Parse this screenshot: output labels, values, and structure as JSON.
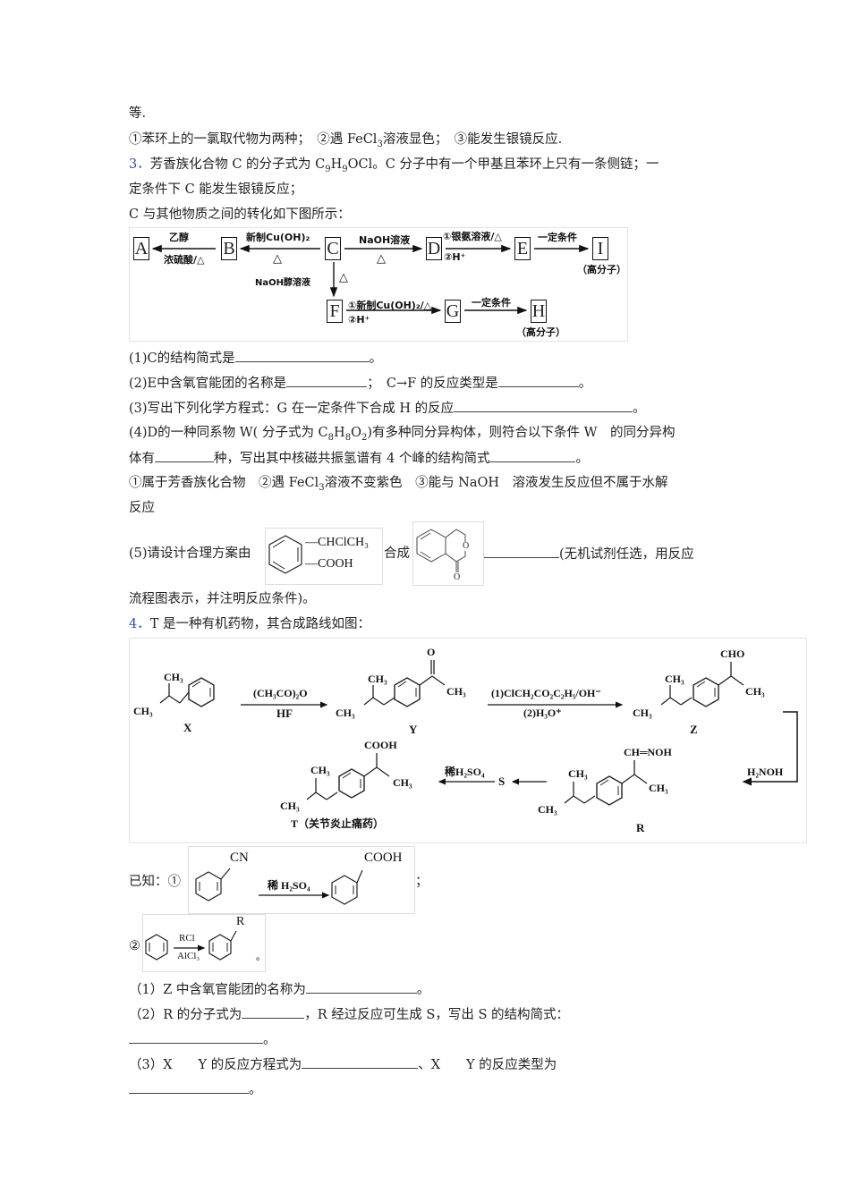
{
  "lines": {
    "l0": "等.",
    "l1": "①苯环上的一氯取代物为两种；　②遇 FeCl",
    "l1_sub": "3",
    "l1_tail": "溶液显色；　③能发生银镜反应.",
    "q3_num": "3．",
    "q3_a": "芳香族化合物 C 的分子式为 C",
    "q3_s1": "9",
    "q3_b": "H",
    "q3_s2": "9",
    "q3_c": "OCl。C 分子中有一个甲基且苯环上只有一条侧链；一",
    "q3_line2": "定条件下 C 能发生银镜反应；",
    "q3_line3": "C 与其他物质之间的转化如下图所示："
  },
  "scheme1": {
    "boxes": [
      "A",
      "B",
      "C",
      "D",
      "E",
      "I",
      "F",
      "G",
      "H"
    ],
    "labels": {
      "ab_top": "乙醇",
      "ab_bot": "浓硫酸/△",
      "cb_top": "新制Cu(OH)₂",
      "cb_bot": "△",
      "cd_top": "NaOH溶液",
      "cd_bot": "△",
      "de_top": "①银氨溶液/△",
      "de_bot": "②H⁺",
      "ei_top": "一定条件",
      "i_note": "（高分子）",
      "cf_left": "NaOH醇溶液",
      "cf_right": "△",
      "fg_top": "①新制Cu(OH)₂/△",
      "fg_bot": "②H⁺",
      "gh_top": "一定条件",
      "h_note": "（高分子）"
    }
  },
  "q3_parts": {
    "p1": "(1)C的结构简式是",
    "p1_end": "。",
    "p2a": "(2)E中含氧官能团的名称是",
    "p2b": "；　C→F 的反应类型是",
    "p2_end": "。",
    "p3": "(3)写出下列化学方程式：G 在一定条件下合成 H 的反应",
    "p3_end": "。",
    "p4a": "(4)D的一种同系物 W( 分子式为 C",
    "p4_s1": "8",
    "p4_b": "H",
    "p4_s2": "8",
    "p4_c": "O",
    "p4_s3": "2",
    "p4_d": ")有多种同分异构体，则符合以下条件 W　的同分异构",
    "p4_line2a": "体有",
    "p4_line2b": "种，写出其中核磁共振氢谱有 4 个峰的结构简式",
    "p4_line2_end": "。",
    "p4_cond_a": "①属于芳香族化合物　②遇 FeCl",
    "p4_cond_sub": "3",
    "p4_cond_b": "溶液不变紫色　③能与 NaOH　溶液发生反应但不属于水解",
    "p4_cond_line2": "反应",
    "p5a": "(5)请设计合理方案由",
    "p5_reactant_g1": "—CHClCH₃",
    "p5_reactant_g2": "—COOH",
    "p5b": "合成",
    "p5_product_o1": "O",
    "p5_product_o2": "O",
    "p5c": "(无机试剂任选，用反应",
    "p5_line2": "流程图表示，并注明反应条件)。"
  },
  "q4": {
    "num": "4．",
    "intro": "T 是一种有机药物，其合成路线如图：",
    "scheme": {
      "X": {
        "label": "X",
        "ch3_top": "CH₃",
        "ch3_left": "CH₃"
      },
      "xy_top": "(CH₃CO)₂O",
      "xy_bot": "HF",
      "Y": {
        "label": "Y",
        "ch3_top": "CH₃",
        "ch3_left": "CH₃",
        "o": "O",
        "ch3_right": "CH₃"
      },
      "yz_top": "(1)ClCH₂CO₂C₂H₅/OH⁻",
      "yz_bot": "(2)H₃O⁺",
      "Z": {
        "label": "Z",
        "ch3_top": "CH₃",
        "ch3_left": "CH₃",
        "cho": "CHO",
        "ch3_right": "CH₃"
      },
      "zr": "H₂NOH",
      "R": {
        "label": "R",
        "ch3_top": "CH₃",
        "ch3_left": "CH₃",
        "oxime": "CH═NOH",
        "ch3_right": "CH₃"
      },
      "S": "S",
      "st": "稀H₂SO₄",
      "T": {
        "label": "T（关节炎止痛药）",
        "ch3_top": "CH₃",
        "ch3_left": "CH₃",
        "cooh": "COOH",
        "ch3_right": "CH₃"
      }
    },
    "known_label": "已知：①",
    "known1": {
      "cn": "CN",
      "arrow": "稀 H₂SO₄",
      "cooh": "COOH",
      "end": "；"
    },
    "known2_num": "②",
    "known2": {
      "r": "R",
      "top": "RCl",
      "bot": "AlCl₃",
      "end": "。"
    },
    "sub1": "（1）Z 中含氧官能团的名称为",
    "sub1_end": "。",
    "sub2a": "（2）R 的分子式为",
    "sub2b": "，R 经过反应可生成 S，写出 S 的结构简式：",
    "sub2_end": "。",
    "sub3a": "（3）X　　Y 的反应方程式为",
    "sub3b": "、X　　Y 的反应类型为",
    "sub3_end": "。"
  }
}
